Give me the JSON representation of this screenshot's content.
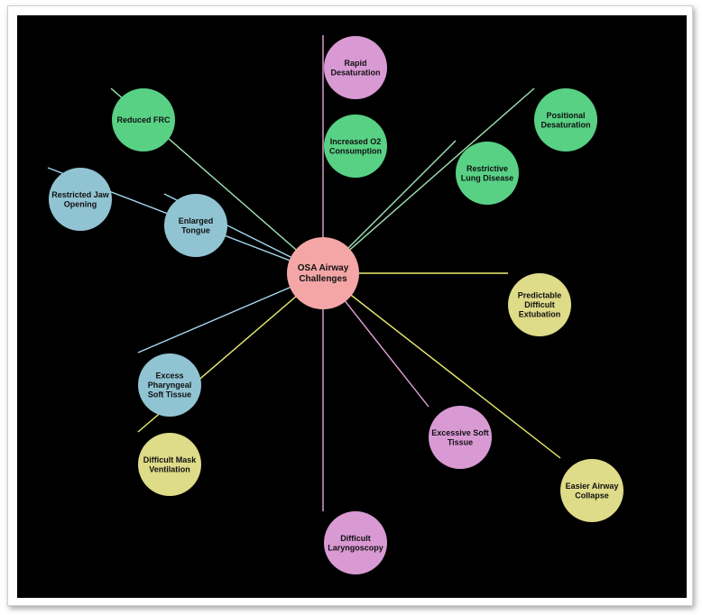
{
  "hub": {
    "label": "OSA Airway Challenges",
    "lines": [
      "OSA Airway",
      "Challenges"
    ],
    "color": "#f4a6a6"
  },
  "colors": {
    "pink": "#d99ad4",
    "green": "#58d185",
    "blue": "#91c4d3",
    "yellow": "#dedb89",
    "line_pink": "#e7a5dd",
    "line_green": "#9fe3b4",
    "line_blue": "#a6d8f0",
    "line_yellow": "#eded72",
    "background": "#000000"
  },
  "nodes": [
    {
      "id": "rapid-desaturation",
      "group": "pink",
      "lines": [
        "Rapid",
        "Desaturation"
      ]
    },
    {
      "id": "increased-o2-consumption",
      "group": "green",
      "lines": [
        "Increased O2",
        "Consumption"
      ]
    },
    {
      "id": "reduced-frc",
      "group": "green",
      "lines": [
        "Reduced FRC"
      ]
    },
    {
      "id": "positional-desaturation",
      "group": "green",
      "lines": [
        "Positional",
        "Desaturation"
      ]
    },
    {
      "id": "restrictive-lung-disease",
      "group": "green",
      "lines": [
        "Restrictive",
        "Lung Disease"
      ]
    },
    {
      "id": "restricted-jaw-opening",
      "group": "blue",
      "lines": [
        "Restricted Jaw",
        "Opening"
      ]
    },
    {
      "id": "enlarged-tongue",
      "group": "blue",
      "lines": [
        "Enlarged",
        "Tongue"
      ]
    },
    {
      "id": "predictable-difficult-extubation",
      "group": "yellow",
      "lines": [
        "Predictable",
        "Difficult",
        "Extubation"
      ]
    },
    {
      "id": "excess-pharyngeal-soft-tissue",
      "group": "blue",
      "lines": [
        "Excess",
        "Pharyngeal",
        "Soft Tissue"
      ]
    },
    {
      "id": "excessive-soft-tissue",
      "group": "pink",
      "lines": [
        "Excessive Soft",
        "Tissue"
      ]
    },
    {
      "id": "difficult-mask-ventilation",
      "group": "yellow",
      "lines": [
        "Difficult Mask",
        "Ventilation"
      ]
    },
    {
      "id": "easier-airway-collapse",
      "group": "yellow",
      "lines": [
        "Easier Airway",
        "Collapse"
      ]
    },
    {
      "id": "difficult-laryngoscopy",
      "group": "pink",
      "lines": [
        "Difficult",
        "Laryngoscopy"
      ]
    }
  ]
}
